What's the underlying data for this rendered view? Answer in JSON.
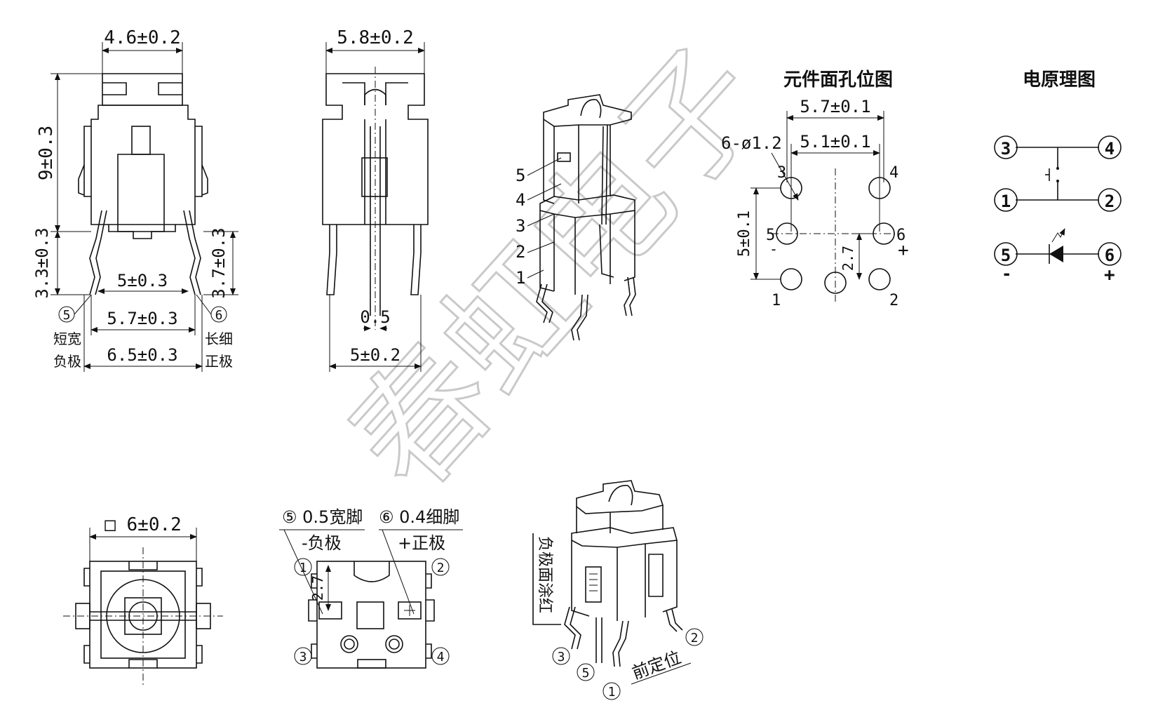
{
  "watermark": "春虹电子",
  "headings": {
    "hole_layout": "元件面孔位图",
    "schematic": "电原理图"
  },
  "front_view": {
    "top_width": "4.6±0.2",
    "height": "9±0.3",
    "lower_left": "3.3±0.3",
    "lower_right": "3.7±0.3",
    "inner": "5±0.3",
    "mid": "5.7±0.3",
    "outer": "6.5±0.3",
    "pin5_num": "5",
    "pin6_num": "6",
    "pin5_desc1": "短宽",
    "pin5_desc2": "负极",
    "pin6_desc1": "长细",
    "pin6_desc2": "正极"
  },
  "side_view": {
    "top_width": "5.8±0.2",
    "pin_width": "0.5",
    "bottom_width": "5±0.2"
  },
  "iso_labels": [
    "5",
    "4",
    "3",
    "2",
    "1"
  ],
  "hole_layout": {
    "outer_span": "5.7±0.1",
    "inner_span": "5.1±0.1",
    "hole_spec": "6-ø1.2",
    "vertical": "5±0.1",
    "pitch": "2.7",
    "pins": [
      "3",
      "4",
      "5",
      "6",
      "1",
      "2"
    ],
    "minus": "-",
    "plus": "+"
  },
  "schematic": {
    "nodes": [
      "3",
      "4",
      "1",
      "2",
      "5",
      "6"
    ],
    "minus": "-",
    "plus": "+"
  },
  "top_view": {
    "size": "□ 6±0.2"
  },
  "bottom_view": {
    "pin5_label": "⑤ 0.5宽脚",
    "pin6_label": "⑥ 0.4细脚",
    "neg": "-负极",
    "pos": "+正极",
    "pitch": "2.7",
    "corner_pins": [
      "1",
      "2",
      "3",
      "4"
    ]
  },
  "iso2": {
    "coated": "负极面涂红",
    "front": "前定位",
    "pins": [
      "3",
      "5",
      "1",
      "2"
    ]
  },
  "colors": {
    "line": "#111111",
    "watermark": "#c9c9c9",
    "background": "#ffffff"
  }
}
